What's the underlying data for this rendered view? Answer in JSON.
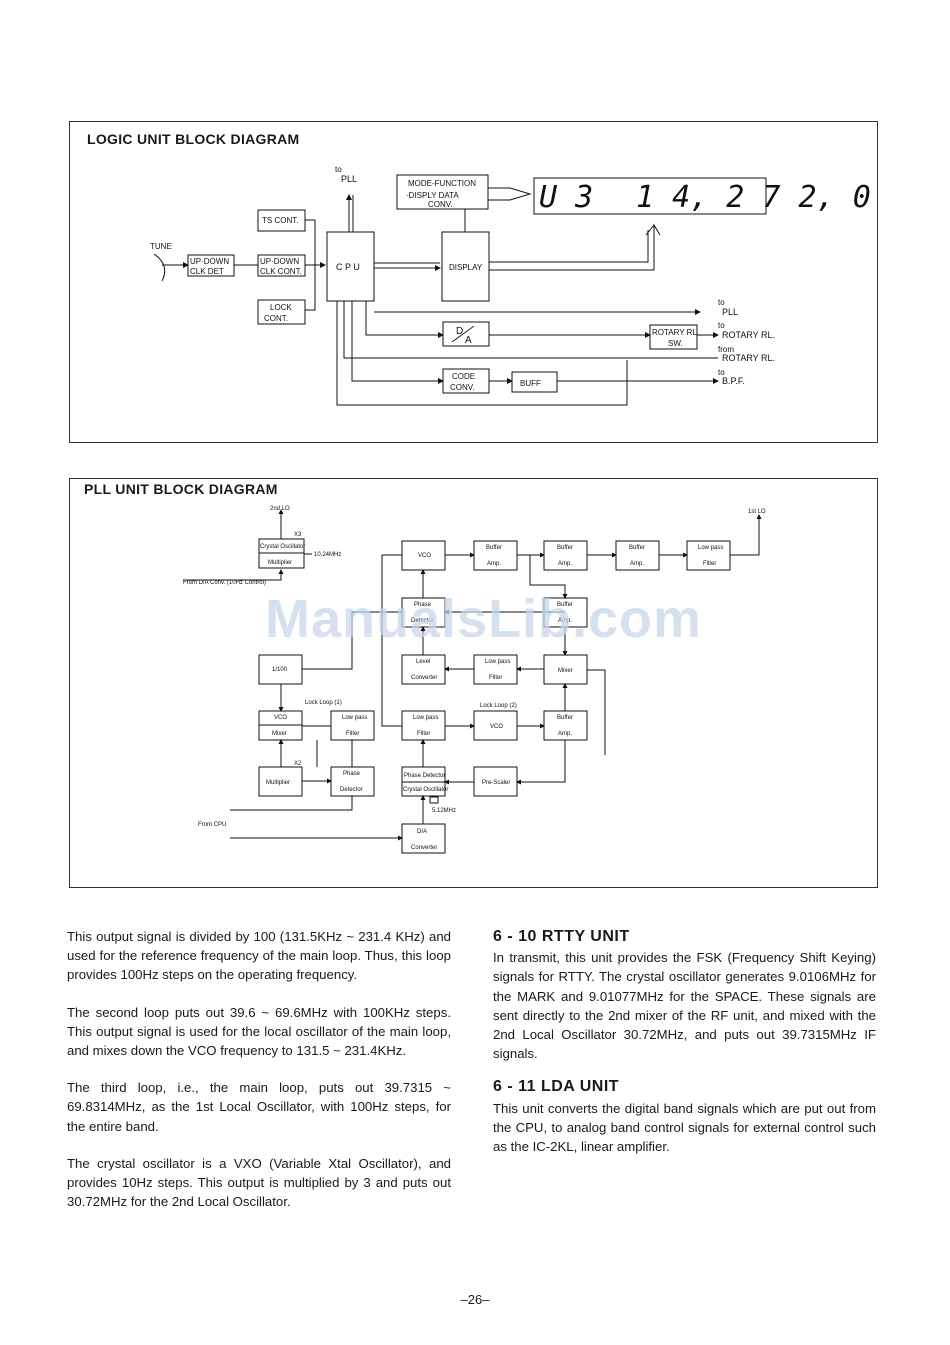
{
  "logic": {
    "title": "LOGIC UNIT BLOCK DIAGRAM",
    "tune": "TUNE",
    "updown_det": [
      "UP·DOWN",
      "CLK DET"
    ],
    "updown_cont": [
      "UP·DOWN",
      "CLK CONT."
    ],
    "ts_cont": "TS CONT.",
    "lock_cont": [
      "LOCK",
      "CONT."
    ],
    "cpu": "C P U",
    "to_pll_top": [
      "to",
      "PLL"
    ],
    "mode_function": [
      "MODE-FUNCTION",
      "·DISPLY DATA",
      "CONV."
    ],
    "display": "DISPLAY",
    "digits_left": "U 3",
    "digits_right": "1 4, 2 7 2, 0",
    "da": [
      "D",
      "A"
    ],
    "rotary_sw": [
      "ROTARY RL",
      "SW."
    ],
    "code_conv": [
      "CODE",
      "CONV."
    ],
    "buff": "BUFF",
    "to_pll_right": [
      "to",
      "PLL"
    ],
    "to_rotary": [
      "to",
      "ROTARY RL."
    ],
    "from_rotary": [
      "from",
      "ROTARY RL."
    ],
    "to_bpf": [
      "to",
      "B.P.F."
    ]
  },
  "pll": {
    "title": "PLL UNIT BLOCK DIAGRAM",
    "lo2": "2nd LO",
    "lo1": "1st LO",
    "x3": "X3",
    "x2": "X2",
    "crystal_osc": "Crystal Oscillator",
    "multiplier": "Multiplier",
    "freq_1024": "10.24MHz",
    "from_da": "From D/A Conv. (10Hz Control)",
    "vco": "VCO",
    "buffer": "Buffer",
    "amp": "Amp.",
    "lowpass": "Low pass",
    "filter": "Filter",
    "phase": "Phase",
    "detector": "Detector",
    "level": "Level",
    "converter": "Converter",
    "mixer": "Mixer",
    "div100": "1/100",
    "lock_loop1": "Lock Loop (1)",
    "lock_loop2": "Lock Loop (2)",
    "phase_detector": "Phase Detector",
    "prescaler": "Pre-Scaler",
    "freq_512": "5.12MHz",
    "from_cpu": "From CPU",
    "da": "D/A"
  },
  "watermark": "ManualsLib.com",
  "left_col": [
    "This output signal is divided by 100 (131.5KHz ~ 231.4 KHz) and used for the reference frequency of the main loop. Thus, this loop provides 100Hz steps on the operating frequency.",
    "The second loop puts out 39.6 ~ 69.6MHz with 100KHz steps. This output signal is used for the local oscillator of the main loop, and mixes down the VCO frequency to 131.5 ~ 231.4KHz.",
    "The third loop, i.e., the main loop, puts out 39.7315 ~ 69.8314MHz, as the 1st Local Oscillator, with 100Hz steps, for the entire band.",
    "The crystal oscillator is a VXO (Variable Xtal Oscillator), and provides 10Hz steps. This output is multiplied by 3 and puts out 30.72MHz for the 2nd Local Oscillator."
  ],
  "rtty": {
    "title": "6 - 10  RTTY UNIT",
    "body": "In transmit, this unit provides the FSK (Frequency Shift Keying) signals for RTTY. The crystal oscillator generates 9.0106MHz for the MARK and 9.01077MHz for the SPACE. These signals are sent directly to the 2nd mixer of the RF unit, and mixed with the 2nd Local Oscillator 30.72MHz, and puts out 39.7315MHz IF signals."
  },
  "lda": {
    "title": "6 - 11  LDA UNIT",
    "body": "This unit converts the digital band signals which are put out from the CPU, to analog band control signals for external control such as the IC-2KL, linear amplifier."
  },
  "page_number": "–26–"
}
